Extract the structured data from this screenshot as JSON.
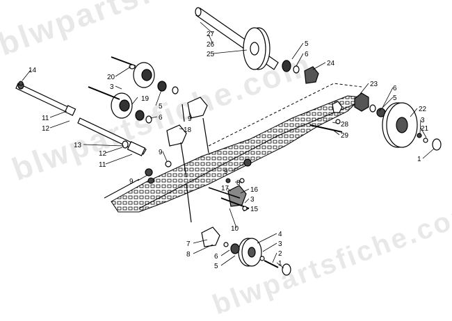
{
  "watermark": "blwpartsfiche.com",
  "callouts": [
    {
      "id": "c27",
      "label": "27"
    },
    {
      "id": "c26",
      "label": "26"
    },
    {
      "id": "c25",
      "label": "25"
    },
    {
      "id": "c5a",
      "label": "5"
    },
    {
      "id": "c6a",
      "label": "6"
    },
    {
      "id": "c24",
      "label": "24"
    },
    {
      "id": "c14",
      "label": "14"
    },
    {
      "id": "c20",
      "label": "20"
    },
    {
      "id": "c3a",
      "label": "3"
    },
    {
      "id": "c19",
      "label": "19"
    },
    {
      "id": "c5b",
      "label": "5"
    },
    {
      "id": "c6b",
      "label": "6"
    },
    {
      "id": "c9a",
      "label": "9"
    },
    {
      "id": "c18",
      "label": "18"
    },
    {
      "id": "c23",
      "label": "23"
    },
    {
      "id": "c6c",
      "label": "6"
    },
    {
      "id": "c5c",
      "label": "5"
    },
    {
      "id": "c22",
      "label": "22"
    },
    {
      "id": "c3b",
      "label": "3"
    },
    {
      "id": "c21",
      "label": "21"
    },
    {
      "id": "c1a",
      "label": "1"
    },
    {
      "id": "c28",
      "label": "28"
    },
    {
      "id": "c29",
      "label": "29"
    },
    {
      "id": "c11a",
      "label": "11"
    },
    {
      "id": "c12a",
      "label": "12"
    },
    {
      "id": "c13",
      "label": "13"
    },
    {
      "id": "c12b",
      "label": "12"
    },
    {
      "id": "c11b",
      "label": "11"
    },
    {
      "id": "c9b",
      "label": "9"
    },
    {
      "id": "c9c",
      "label": "9"
    },
    {
      "id": "c8a",
      "label": "8"
    },
    {
      "id": "c9d",
      "label": "9"
    },
    {
      "id": "c17",
      "label": "17"
    },
    {
      "id": "c16",
      "label": "16"
    },
    {
      "id": "c3c",
      "label": "3"
    },
    {
      "id": "c15",
      "label": "15"
    },
    {
      "id": "c10",
      "label": "10"
    },
    {
      "id": "c4",
      "label": "4"
    },
    {
      "id": "c3d",
      "label": "3"
    },
    {
      "id": "c2",
      "label": "2"
    },
    {
      "id": "c1b",
      "label": "1"
    },
    {
      "id": "c7",
      "label": "7"
    },
    {
      "id": "c8b",
      "label": "8"
    },
    {
      "id": "c6d",
      "label": "6"
    },
    {
      "id": "c5d",
      "label": "5"
    }
  ]
}
